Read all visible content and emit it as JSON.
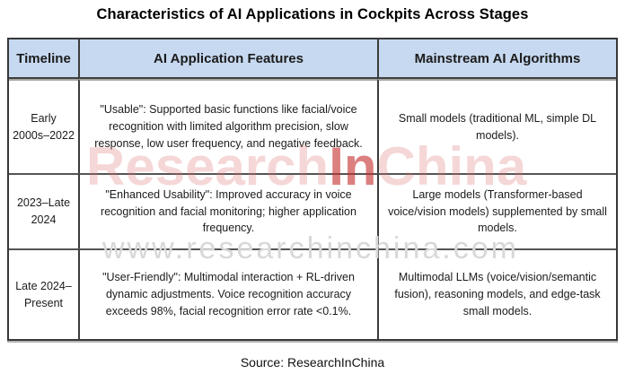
{
  "chart_data": {
    "type": "table",
    "title": "Characteristics of AI Applications in Cockpits Across Stages",
    "columns": [
      "Timeline",
      "AI Application Features",
      "Mainstream AI Algorithms"
    ],
    "rows": [
      [
        "Early 2000s–2022",
        "\"Usable\": Supported basic functions like facial/voice recognition with limited algorithm precision, slow response, low user frequency, and negative feedback.",
        "Small models (traditional ML, simple DL models)."
      ],
      [
        "2023–Late 2024",
        "\"Enhanced Usability\": Improved accuracy in voice recognition and facial monitoring; higher application frequency.",
        "Large models (Transformer-based voice/vision models) supplemented by small models."
      ],
      [
        "Late 2024–Present",
        "\"User-Friendly\": Multimodal interaction + RL-driven dynamic adjustments. Voice recognition accuracy exceeds 98%, facial recognition error rate <0.1%.",
        "Multimodal LLMs (voice/vision/semantic fusion), reasoning models, and edge-task small models."
      ]
    ],
    "source": "Source: ResearchInChina"
  },
  "watermark": {
    "brand_prefix": "Research",
    "brand_mid": "In",
    "brand_suffix": "China",
    "url": "www.researchinchina.com"
  },
  "colors": {
    "header_bg": "#c7d9f0",
    "border_dark": "#383838",
    "border_gray": "#a6a6a6",
    "watermark_red": "#c63030",
    "watermark_pink": "#dc7070",
    "watermark_gray": "#d8d8d8"
  }
}
